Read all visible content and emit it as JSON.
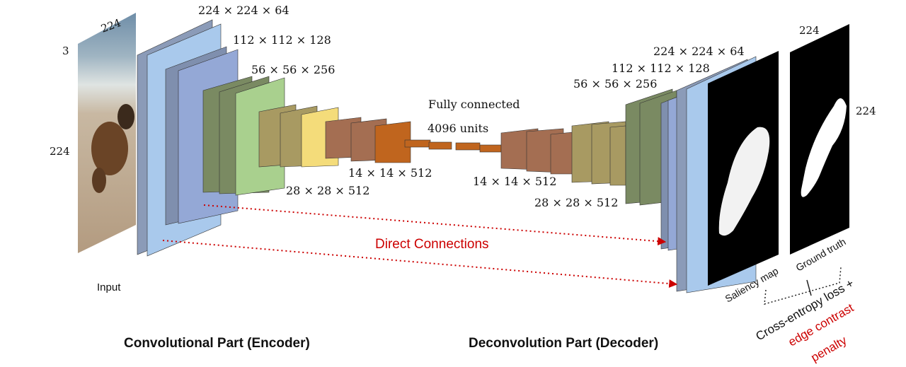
{
  "input": {
    "label": "Input",
    "width_label": "224",
    "height_label": "224",
    "channels_label": "3"
  },
  "encoder": {
    "title": "Convolutional Part (Encoder)",
    "dims": [
      "224 × 224 × 64",
      "112 × 112 × 128",
      "56 × 56 × 256",
      "28 × 28 × 512",
      "14 × 14 × 512"
    ]
  },
  "fully_connected": {
    "label": "Fully connected",
    "units": "4096 units"
  },
  "decoder": {
    "title": "Deconvolution Part (Decoder)",
    "dims": [
      "14 × 14 × 512",
      "28 × 28 × 512",
      "56 × 56 × 256",
      "112 × 112 × 128",
      "224 × 224 × 64"
    ]
  },
  "connections_label": "Direct Connections",
  "outputs": {
    "saliency_label": "Saliency map",
    "ground_truth_label": "Ground truth",
    "gt_width_label": "224",
    "gt_height_label": "224"
  },
  "loss": {
    "line1": "Cross-entropy loss +",
    "line2": "edge contrast",
    "line3": "penalty"
  },
  "colors": {
    "blue": "#a9c9ec",
    "blue_dark": "#8899b8",
    "green": "#7a8a62",
    "green_light": "#a9d08e",
    "olive": "#a89a62",
    "yellow": "#f4dc7a",
    "brown": "#a46e52",
    "orange": "#c0651e",
    "red": "#cc0000"
  }
}
